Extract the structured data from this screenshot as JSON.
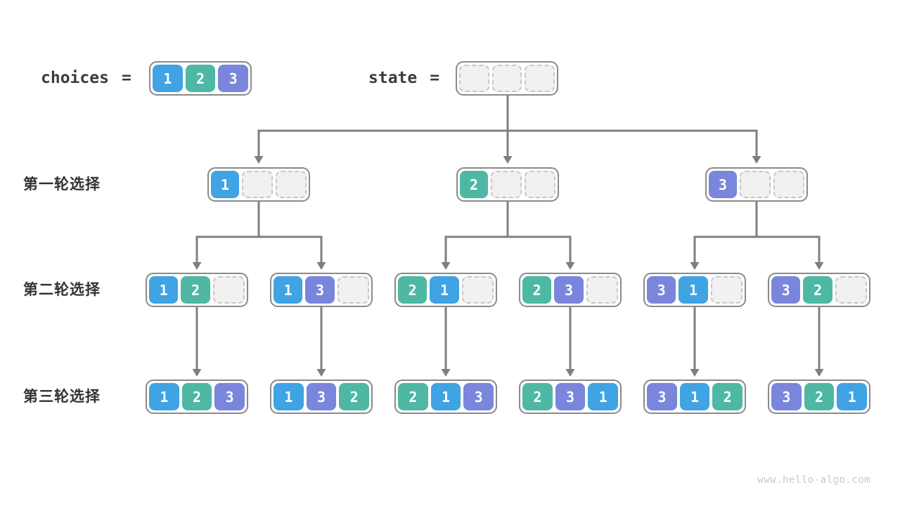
{
  "header": {
    "choices_label": "choices",
    "state_label": "state",
    "equals": "=",
    "choices_values": [
      "1",
      "2",
      "3"
    ],
    "state_values": [
      "",
      "",
      ""
    ]
  },
  "rows": [
    {
      "label": "第一轮选择",
      "nodes": [
        [
          "1",
          "",
          ""
        ],
        [
          "2",
          "",
          ""
        ],
        [
          "3",
          "",
          ""
        ]
      ]
    },
    {
      "label": "第二轮选择",
      "nodes": [
        [
          "1",
          "2",
          ""
        ],
        [
          "1",
          "3",
          ""
        ],
        [
          "2",
          "1",
          ""
        ],
        [
          "2",
          "3",
          ""
        ],
        [
          "3",
          "1",
          ""
        ],
        [
          "3",
          "2",
          ""
        ]
      ]
    },
    {
      "label": "第三轮选择",
      "nodes": [
        [
          "1",
          "2",
          "3"
        ],
        [
          "1",
          "3",
          "2"
        ],
        [
          "2",
          "1",
          "3"
        ],
        [
          "2",
          "3",
          "1"
        ],
        [
          "3",
          "1",
          "2"
        ],
        [
          "3",
          "2",
          "1"
        ]
      ]
    }
  ],
  "colors": {
    "value_1": "#3FA3E4",
    "value_2": "#4EB8A5",
    "value_3": "#7A86DC",
    "arrow": "#7F7F7F",
    "node_border": "#8A8A8A",
    "empty_cell_fill": "#F1F1F1",
    "empty_cell_border": "#C7C7C7",
    "label_text": "#333333",
    "watermark_text": "#C9C9C9"
  },
  "watermark": "www.hello-algo.com"
}
